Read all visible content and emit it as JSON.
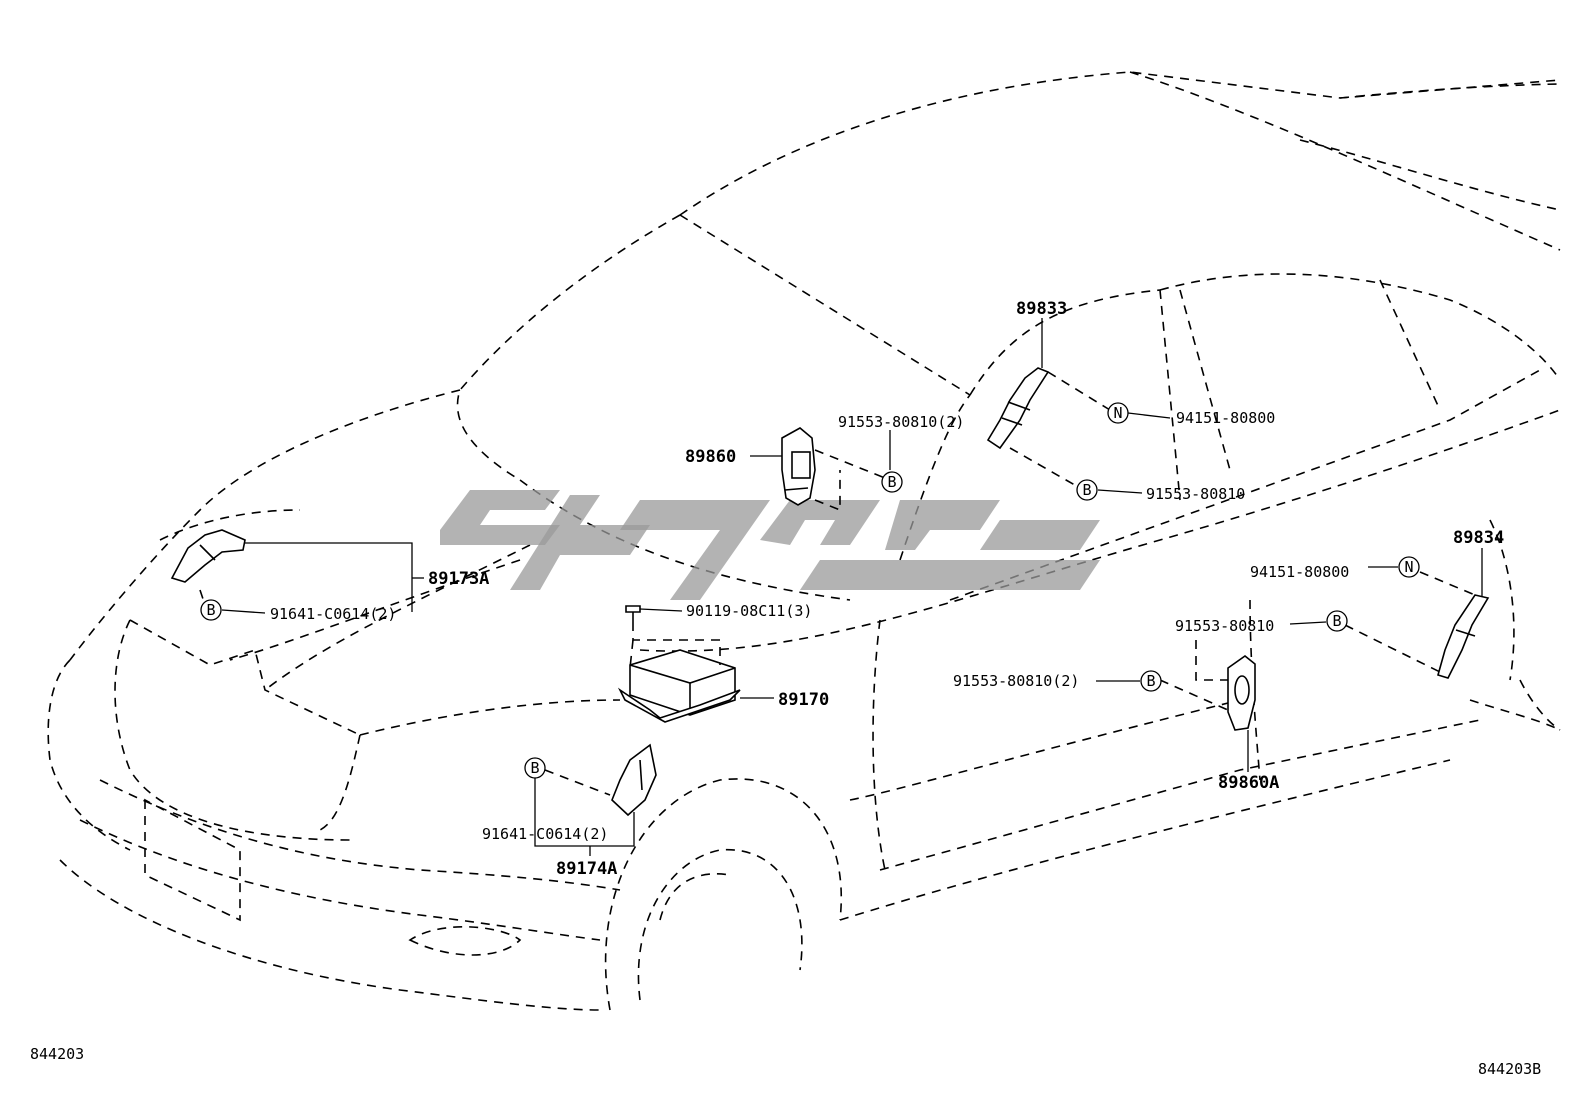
{
  "diagram": {
    "callouts": {
      "p89833": "89833",
      "p94151_top": "94151-80800",
      "p91553_top_left": "91553-80810(2)",
      "p89860": "89860",
      "p91553_top_right": "91553-80810",
      "p89173A": "89173A",
      "p91641_top": "91641-C0614(2)",
      "p90119": "90119-08C11(3)",
      "p89170": "89170",
      "p89834": "89834",
      "p94151_right": "94151-80800",
      "p91553_right": "91553-80810",
      "p91553_mid": "91553-80810(2)",
      "p89860A": "89860A",
      "p91641_bottom": "91641-C0614(2)",
      "p89174A": "89174A"
    },
    "symbols": {
      "bolt": "B",
      "nut": "N"
    },
    "ref_left": "844203",
    "ref_right": "844203B"
  }
}
